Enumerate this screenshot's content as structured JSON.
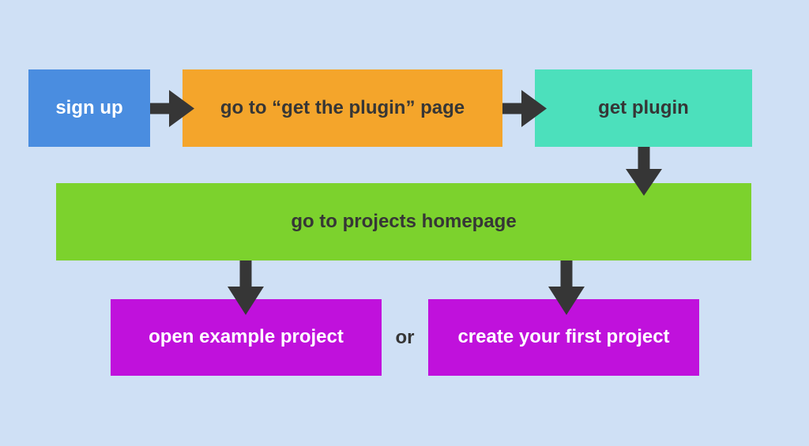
{
  "background": "#cfe0f5",
  "arrow_color": "#363636",
  "or_label": "or",
  "nodes": {
    "sign_up": {
      "label": "sign up",
      "bg": "#4a8de0",
      "fg": "#ffffff"
    },
    "plugin_page": {
      "label": "go to “get the plugin” page",
      "bg": "#f4a52b",
      "fg": "#363636"
    },
    "get_plugin": {
      "label": "get plugin",
      "bg": "#4ce0bc",
      "fg": "#363636"
    },
    "projects_homepage": {
      "label": "go to projects homepage",
      "bg": "#7cd22d",
      "fg": "#363636"
    },
    "open_example": {
      "label": "open example project",
      "bg": "#c011dc",
      "fg": "#ffffff"
    },
    "create_first": {
      "label": "create your first project",
      "bg": "#c011dc",
      "fg": "#ffffff"
    }
  }
}
